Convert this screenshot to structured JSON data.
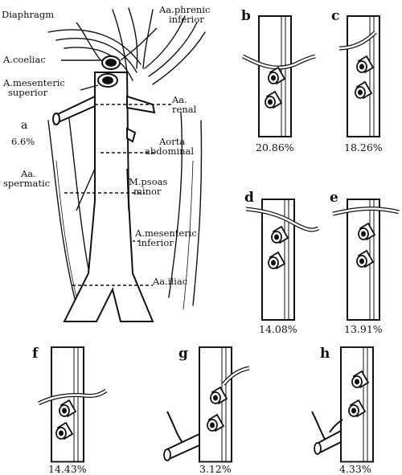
{
  "main_figure": {
    "letter": "a",
    "percentage": "6.6%",
    "labels": {
      "diaphragm": "Diaphragm",
      "phrenic_1": "Aa.phrenic",
      "phrenic_2": "inferior",
      "coeliac": "A.coeliac",
      "mesenteric_sup_1": "A.mesenteric",
      "mesenteric_sup_2": "superior",
      "renal_1": "Aa.",
      "renal_2": "renal",
      "aorta_1": "Aorta",
      "aorta_2": "abdominal",
      "spermatic_1": "Aa.",
      "spermatic_2": "spermatic",
      "psoas_1": "M.psoas",
      "psoas_2": "minor",
      "mesenteric_inf_1": "A.mesenteric",
      "mesenteric_inf_2": "inferior",
      "iliac": "Aa.iliac"
    }
  },
  "variants": [
    {
      "letter": "b",
      "percentage": "20.86%"
    },
    {
      "letter": "c",
      "percentage": "18.26%"
    },
    {
      "letter": "d",
      "percentage": "14.08%"
    },
    {
      "letter": "e",
      "percentage": "13.91%"
    },
    {
      "letter": "f",
      "percentage": "14.43%"
    },
    {
      "letter": "g",
      "percentage": "3.12%"
    },
    {
      "letter": "h",
      "percentage": "4.33%"
    }
  ]
}
